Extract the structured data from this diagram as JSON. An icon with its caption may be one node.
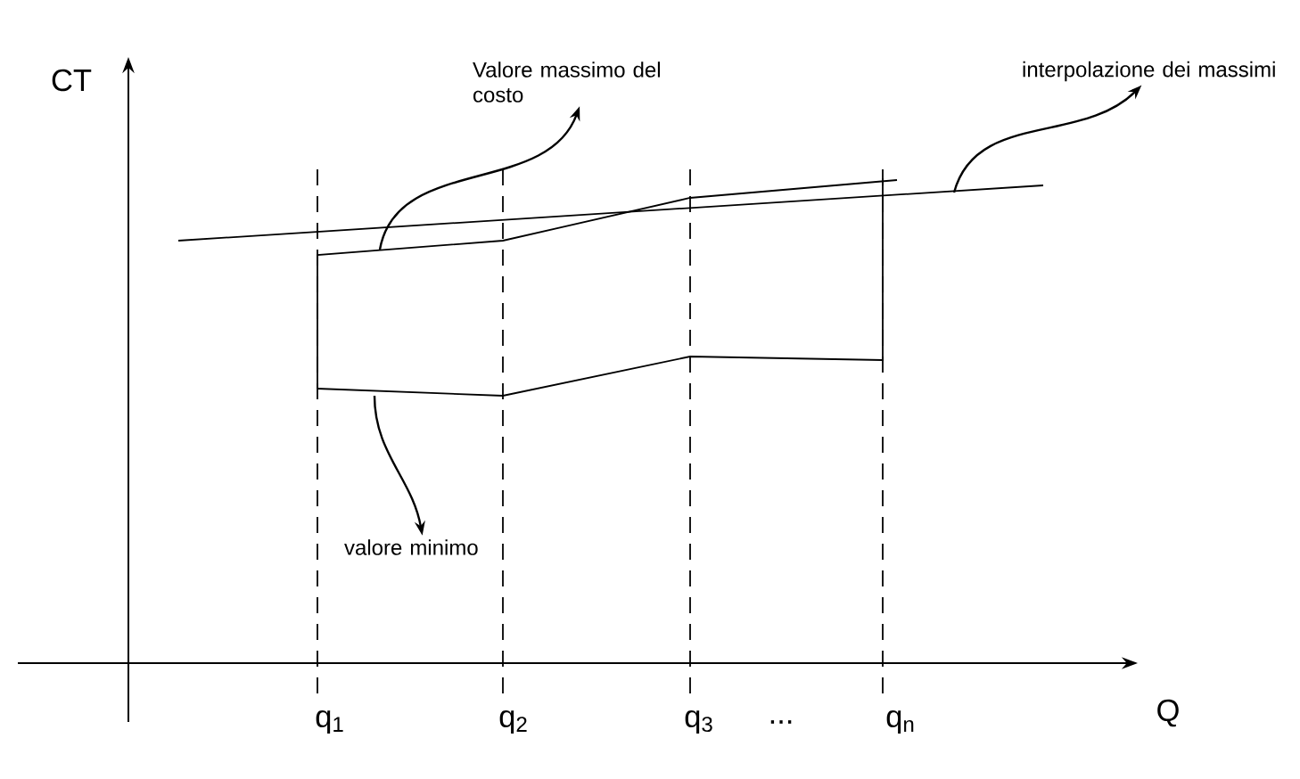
{
  "diagram": {
    "nodes": [
      {
        "text": [
          "Valore massimo del costo"
        ]
      },
      {
        "text": [
          "interpolazione dei massimi"
        ]
      },
      {
        "text": [
          "valore minimo"
        ]
      }
    ],
    "edges": [
      {
        "from": null,
        "to": 0,
        "arrow": "to"
      },
      {
        "from": null,
        "to": 1,
        "arrow": "to"
      },
      {
        "from": null,
        "to": 2,
        "arrow": "to"
      }
    ],
    "labels": [
      "CT",
      "Q",
      "q$_{1}$",
      "q$_{2}$",
      "q$_{3}$",
      "...",
      "q$_{n}$"
    ]
  }
}
